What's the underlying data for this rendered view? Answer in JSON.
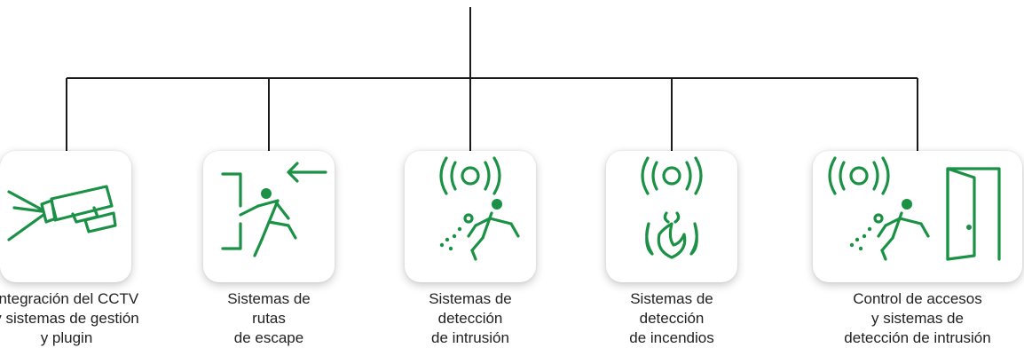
{
  "accent_color": "#1a9145",
  "line_color": "#1a1a1a",
  "nodes": [
    {
      "id": "cctv",
      "icons": [
        "cctv-camera-icon"
      ],
      "label_lines": [
        "Integración del CCTV",
        "y sistemas de gestión",
        "y plugin"
      ]
    },
    {
      "id": "escape",
      "icons": [
        "emergency-exit-icon"
      ],
      "label_lines": [
        "Sistemas de",
        "rutas",
        "de escape"
      ]
    },
    {
      "id": "intrusion",
      "icons": [
        "intrusion-alarm-icon"
      ],
      "label_lines": [
        "Sistemas de",
        "detección",
        "de intrusión"
      ]
    },
    {
      "id": "fire",
      "icons": [
        "fire-alarm-icon"
      ],
      "label_lines": [
        "Sistemas de",
        "detección",
        "de incendios"
      ]
    },
    {
      "id": "access",
      "icons": [
        "intrusion-alarm-icon",
        "door-icon"
      ],
      "label_lines": [
        "Control de accesos",
        "y sistemas de",
        "detección de intrusión"
      ]
    }
  ]
}
